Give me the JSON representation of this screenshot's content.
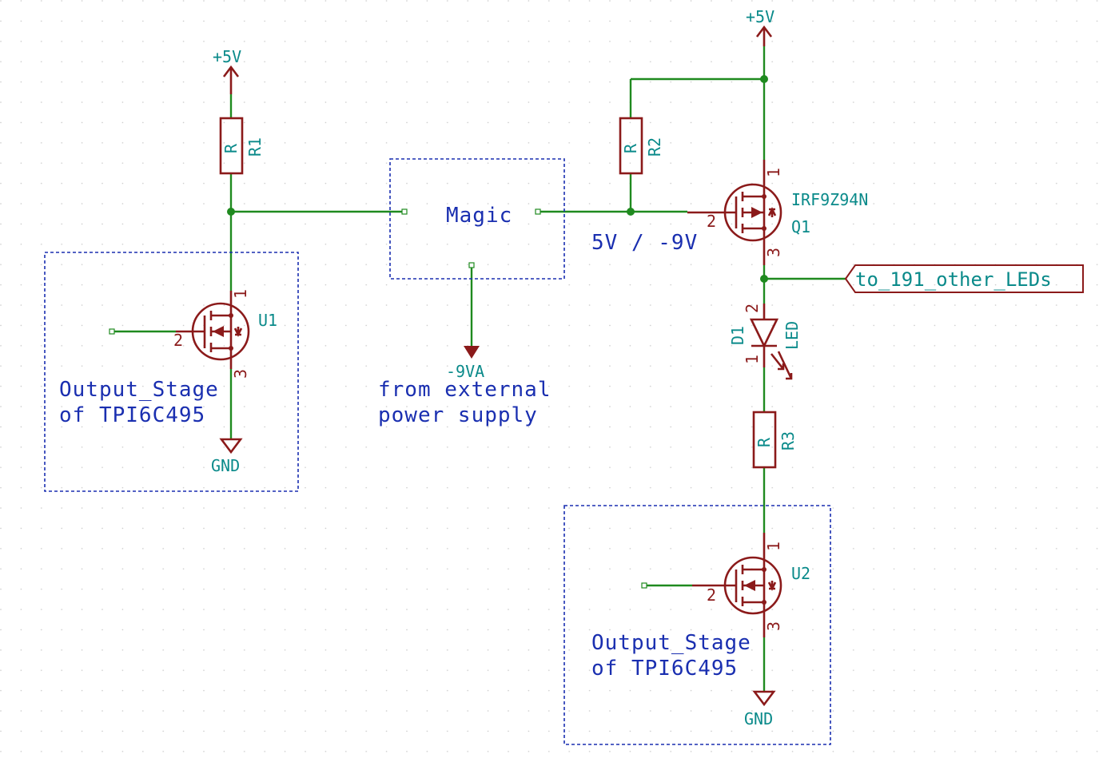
{
  "power": {
    "vcc_left": "+5V",
    "vcc_right": "+5V",
    "gnd_left": "GND",
    "gnd_right": "GND",
    "neg_supply": "-9VA"
  },
  "components": {
    "r1": {
      "ref": "R1",
      "value": "R"
    },
    "r2": {
      "ref": "R2",
      "value": "R"
    },
    "r3": {
      "ref": "R3",
      "value": "R"
    },
    "d1": {
      "ref": "D1",
      "value": "LED",
      "pin_anode": "2",
      "pin_cathode": "1"
    },
    "q1": {
      "ref": "Q1",
      "value": "IRF9Z94N",
      "pin1": "1",
      "pin2": "2",
      "pin3": "3"
    },
    "u1": {
      "ref": "U1",
      "pin1": "1",
      "pin2": "2",
      "pin3": "3"
    },
    "u2": {
      "ref": "U2",
      "pin1": "1",
      "pin2": "2",
      "pin3": "3"
    }
  },
  "labels": {
    "magic": "Magic",
    "swing": "5V / -9V",
    "external_line1": "from external",
    "external_line2": "power supply",
    "global_label": "to_191_other_LEDs",
    "output_stage_left_line1": "Output_Stage",
    "output_stage_left_line2": "of TPI6C495",
    "output_stage_right_line1": "Output_Stage",
    "output_stage_right_line2": "of TPI6C495"
  },
  "colors": {
    "wire": "#1f8a1f",
    "component": "#8b1a1a",
    "reference": "#0a8a8a",
    "note": "#1a2fb0",
    "grid": "#c8c8c8"
  }
}
